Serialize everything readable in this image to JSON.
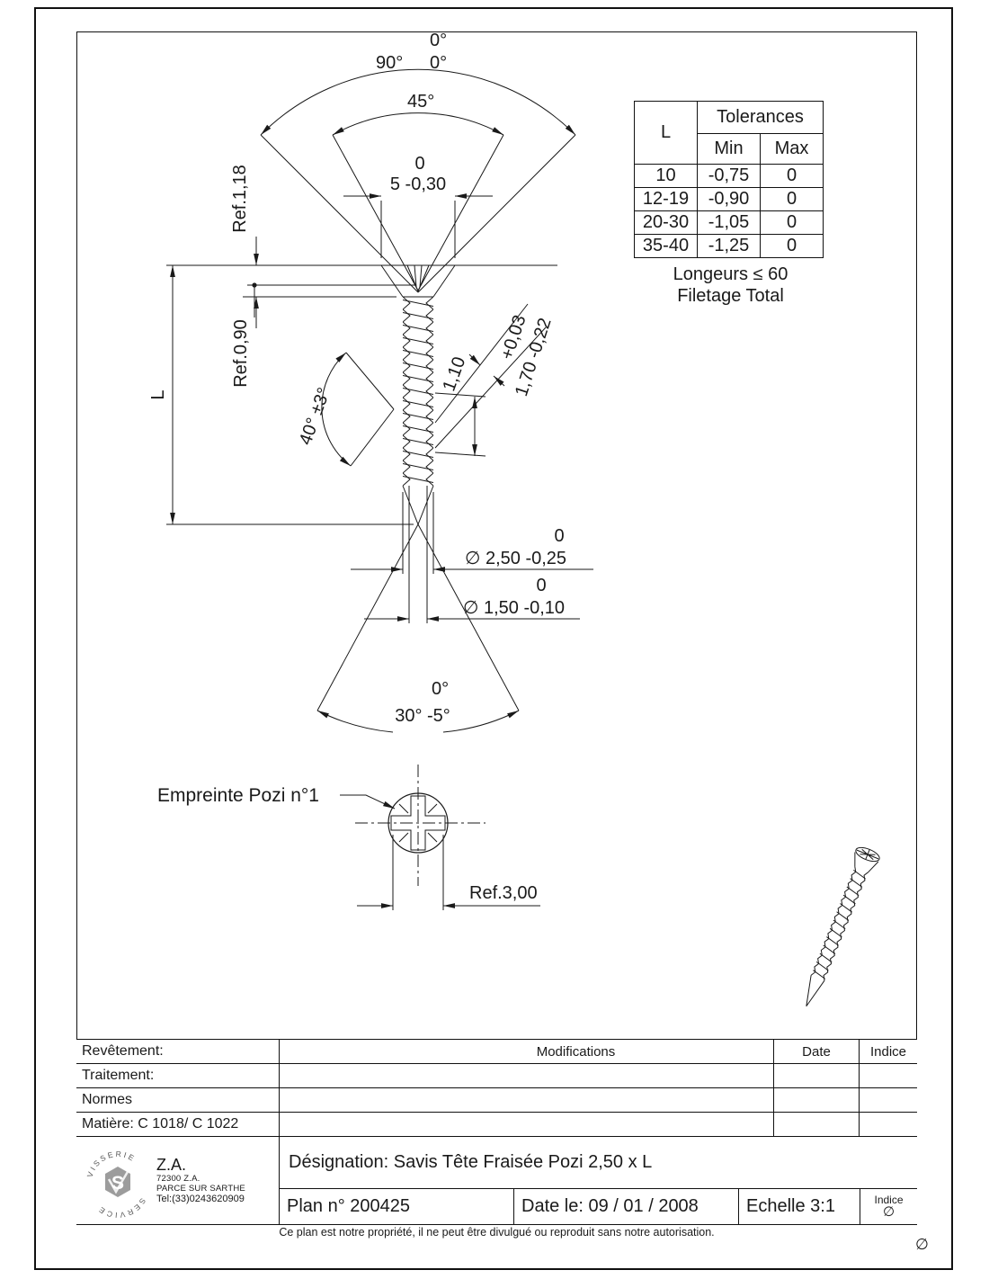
{
  "page": {
    "corner_mark": "∅"
  },
  "tolerance_table": {
    "l_header": "L",
    "tol_header": "Tolerances",
    "min_header": "Min",
    "max_header": "Max",
    "rows": [
      {
        "l": "10",
        "min": "-0,75",
        "max": "0"
      },
      {
        "l": "12-19",
        "min": "-0,90",
        "max": "0"
      },
      {
        "l": "20-30",
        "min": "-1,05",
        "max": "0"
      },
      {
        "l": "35-40",
        "min": "-1,25",
        "max": "0"
      }
    ],
    "note_line1": "Longeurs ≤ 60",
    "note_line2": "Filetage Total"
  },
  "dims": {
    "angle90": {
      "main": "90°",
      "tol_top": "0°",
      "tol_bottom": "0°"
    },
    "angle45": "45°",
    "head_dia": {
      "main": "5 -0,30",
      "tol_top": "0"
    },
    "ref_head_height": "Ref.1,18",
    "ref_recess_depth": "Ref.0,90",
    "length_label": "L",
    "flank_angle": "40° ±3°",
    "pitch": "1,10",
    "thread_inner": {
      "main": "1,70 -0,22",
      "tol_top": "+0,03"
    },
    "major_dia": {
      "main": "∅ 2,50 -0,25",
      "tol_top": "0"
    },
    "core_dia": {
      "main": "∅ 1,50 -0,10",
      "tol_top": "0"
    },
    "tip_angle": {
      "main": "30° -5°",
      "tol_top": "0°"
    },
    "pozi_label": "Empreinte Pozi n°1",
    "ref_pozi": "Ref.3,00"
  },
  "title_block": {
    "revetement": "Revêtement:",
    "traitement": "Traitement:",
    "normes": "Normes",
    "matiere": "Matière: C 1018/ C 1022",
    "modifications": "Modifications",
    "date": "Date",
    "indice": "Indice",
    "designation": "Désignation: Savis Tête Fraisée Pozi 2,50 x L",
    "plan": "Plan n° 200425",
    "date_le": "Date le: 09 / 01 / 2008",
    "echelle": "Echelle 3:1",
    "indice_small": "Indice",
    "indice_value": "∅",
    "footer": "Ce plan est notre propriété, il ne peut être divulgué ou reproduit sans notre autorisation."
  },
  "company": {
    "ring_top": "VISSERIE",
    "ring_bottom": "SERVICE",
    "monogram": "S",
    "za_large": "Z.A.",
    "line1": "72300 Z.A.",
    "line2": "PARCE SUR SARTHE",
    "line3": "Tel:(33)0243620909"
  }
}
